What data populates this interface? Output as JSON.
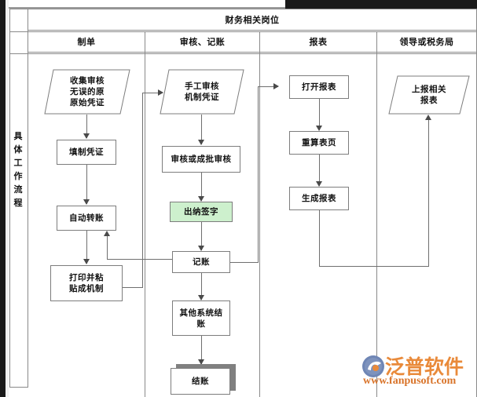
{
  "page": {
    "title": "财务相关岗位",
    "side_label": "具体工作流程",
    "side_label_chars": [
      "具",
      "体",
      "工",
      "作",
      "流",
      "程"
    ]
  },
  "columns": [
    {
      "id": "col-zhidan",
      "label": "制单"
    },
    {
      "id": "col-shenhe-jizhang",
      "label": "审核、记账"
    },
    {
      "id": "col-baobiao",
      "label": "报表"
    },
    {
      "id": "col-lingdao-shuiwuju",
      "label": "领导或税务局"
    }
  ],
  "nodes": {
    "collect_vouchers": {
      "label": "收集审核无误的原原始凭证",
      "lines": [
        "收集审核",
        "无误的原",
        "原始凭证"
      ],
      "shape": "trapezoid",
      "column": "制单"
    },
    "fill_voucher": {
      "label": "填制凭证",
      "shape": "rect",
      "column": "制单"
    },
    "auto_transfer": {
      "label": "自动转账",
      "shape": "rect",
      "column": "制单"
    },
    "print_paste": {
      "label": "打印并粘贴成机制",
      "lines": [
        "打印并粘",
        "贴成机制"
      ],
      "shape": "rect",
      "column": "制单"
    },
    "manual_audit": {
      "label": "手工审核机制凭证",
      "lines": [
        "手工审核",
        "机制凭证"
      ],
      "shape": "trapezoid",
      "column": "审核、记账"
    },
    "audit_or_batch": {
      "label": "审核或成批审核",
      "shape": "rect",
      "column": "审核、记账"
    },
    "cashier_sign": {
      "label": "出纳签字",
      "shape": "rect",
      "column": "审核、记账",
      "fill": "#cdf0cd"
    },
    "bookkeeping": {
      "label": "记账",
      "shape": "rect",
      "column": "审核、记账"
    },
    "other_system_close": {
      "label": "其他系统结账",
      "lines": [
        "其他系统结",
        "账"
      ],
      "shape": "rect",
      "column": "审核、记账"
    },
    "period_close": {
      "label": "结账",
      "shape": "rect-shadow",
      "column": "审核、记账"
    },
    "open_report": {
      "label": "打开报表",
      "shape": "rect",
      "column": "报表"
    },
    "recalc_page": {
      "label": "重算表页",
      "shape": "rect",
      "column": "报表"
    },
    "generate_report": {
      "label": "生成报表",
      "shape": "rect",
      "column": "报表"
    },
    "submit_report": {
      "label": "上报相关报表",
      "lines": [
        "上报相关",
        "报表"
      ],
      "shape": "trapezoid",
      "column": "领导或税务局"
    }
  },
  "watermark": {
    "brand": "泛普软件",
    "url": "www.fanpusoft.com",
    "brand_color": "#e98a3a",
    "url_color": "#d9742a"
  }
}
